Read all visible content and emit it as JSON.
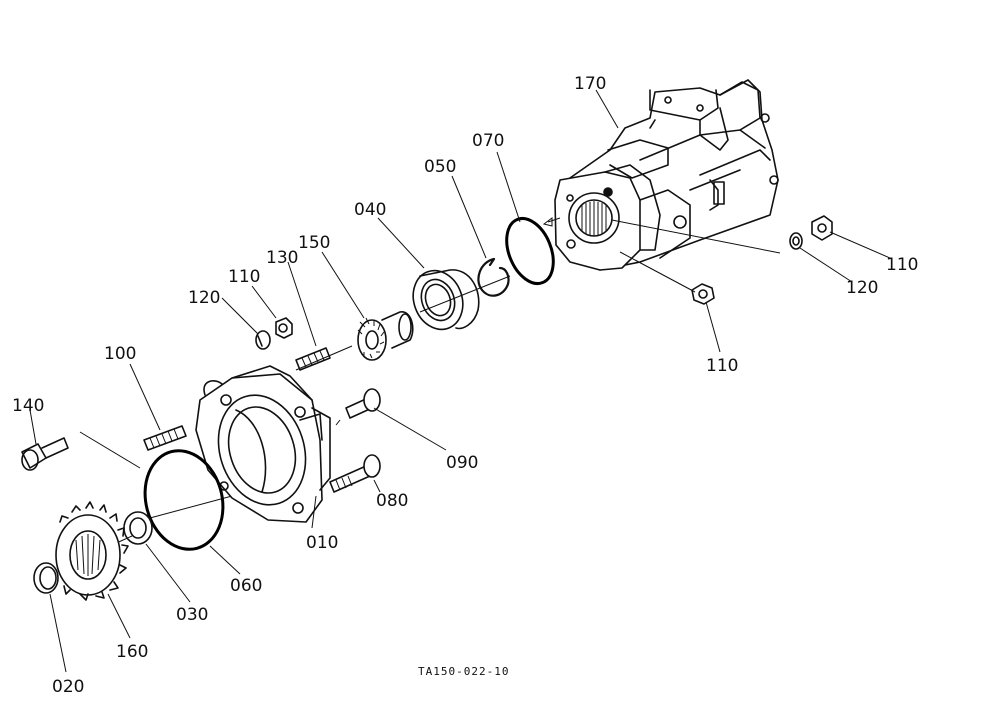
{
  "diagram": {
    "figure_code": "TA150-022-10",
    "parts": [
      {
        "id": "p170",
        "label": "170"
      },
      {
        "id": "p070",
        "label": "070"
      },
      {
        "id": "p050",
        "label": "050"
      },
      {
        "id": "p040",
        "label": "040"
      },
      {
        "id": "p150",
        "label": "150"
      },
      {
        "id": "p130",
        "label": "130"
      },
      {
        "id": "p110a",
        "label": "110"
      },
      {
        "id": "p120a",
        "label": "120"
      },
      {
        "id": "p110b",
        "label": "110"
      },
      {
        "id": "p120b",
        "label": "120"
      },
      {
        "id": "p110c",
        "label": "110"
      },
      {
        "id": "p100",
        "label": "100"
      },
      {
        "id": "p140",
        "label": "140"
      },
      {
        "id": "p090",
        "label": "090"
      },
      {
        "id": "p080",
        "label": "080"
      },
      {
        "id": "p010",
        "label": "010"
      },
      {
        "id": "p060",
        "label": "060"
      },
      {
        "id": "p030",
        "label": "030"
      },
      {
        "id": "p160",
        "label": "160"
      },
      {
        "id": "p020",
        "label": "020"
      }
    ]
  }
}
